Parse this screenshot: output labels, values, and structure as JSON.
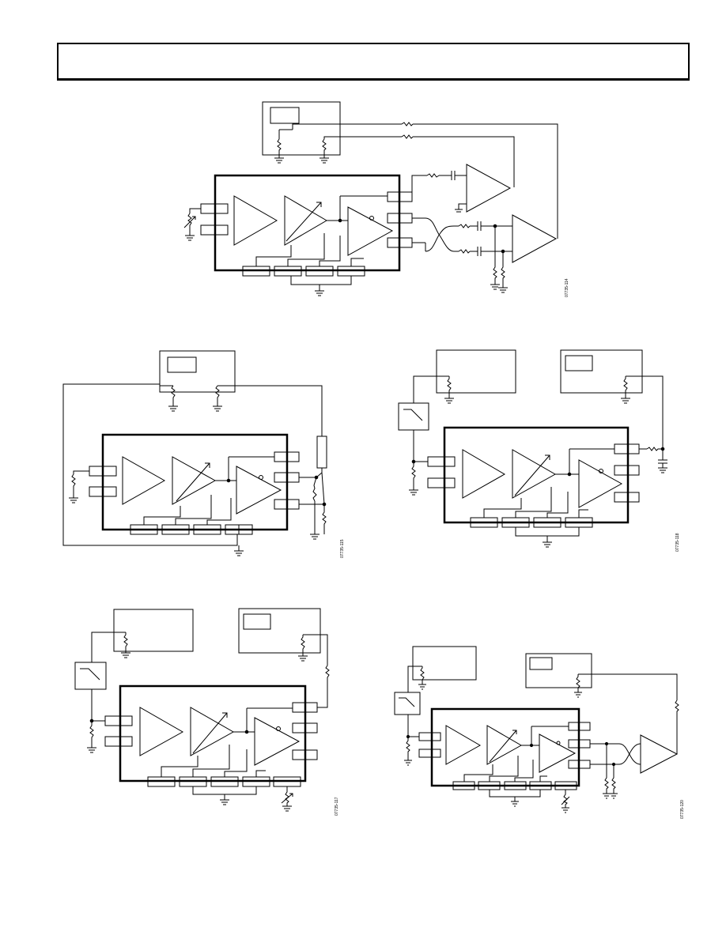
{
  "header": {
    "text": ""
  },
  "figures": [
    {
      "id": "07735-114"
    },
    {
      "id": "07735-115"
    },
    {
      "id": "07735-118"
    },
    {
      "id": "07735-117"
    },
    {
      "id": "07735-120"
    }
  ]
}
